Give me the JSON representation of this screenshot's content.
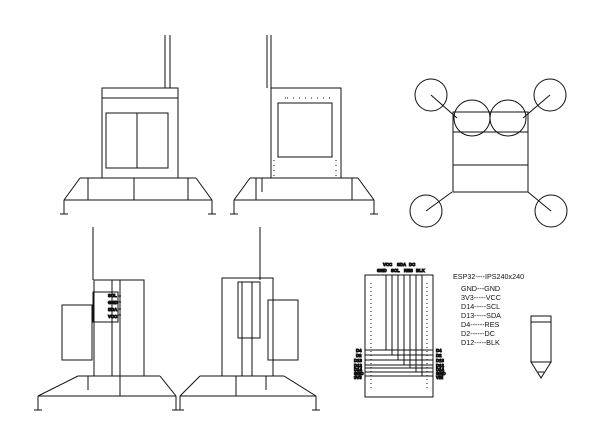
{
  "wiring_table": {
    "header": "ESP32----IPS240x240",
    "rows": [
      "GND---GND",
      "3V3-----VCC",
      "D14-----SCL",
      "D13-----SDA",
      "D4------RES",
      "D2------DC",
      "D12-----BLK"
    ]
  },
  "display_pins_top": [
    "VCC",
    "SDA",
    "DC",
    "GND",
    "SCL",
    "RES",
    "BLK"
  ],
  "esp_pins_left": [
    "D4",
    "D2",
    "D13",
    "D12",
    "D14",
    "GND",
    "3V3"
  ],
  "esp_pins_right": [
    "D4",
    "D2",
    "D13",
    "D12",
    "D14",
    "GND",
    "VIN"
  ],
  "side_view_labels": [
    "SCL",
    "GND",
    "SDA",
    "VCC"
  ]
}
